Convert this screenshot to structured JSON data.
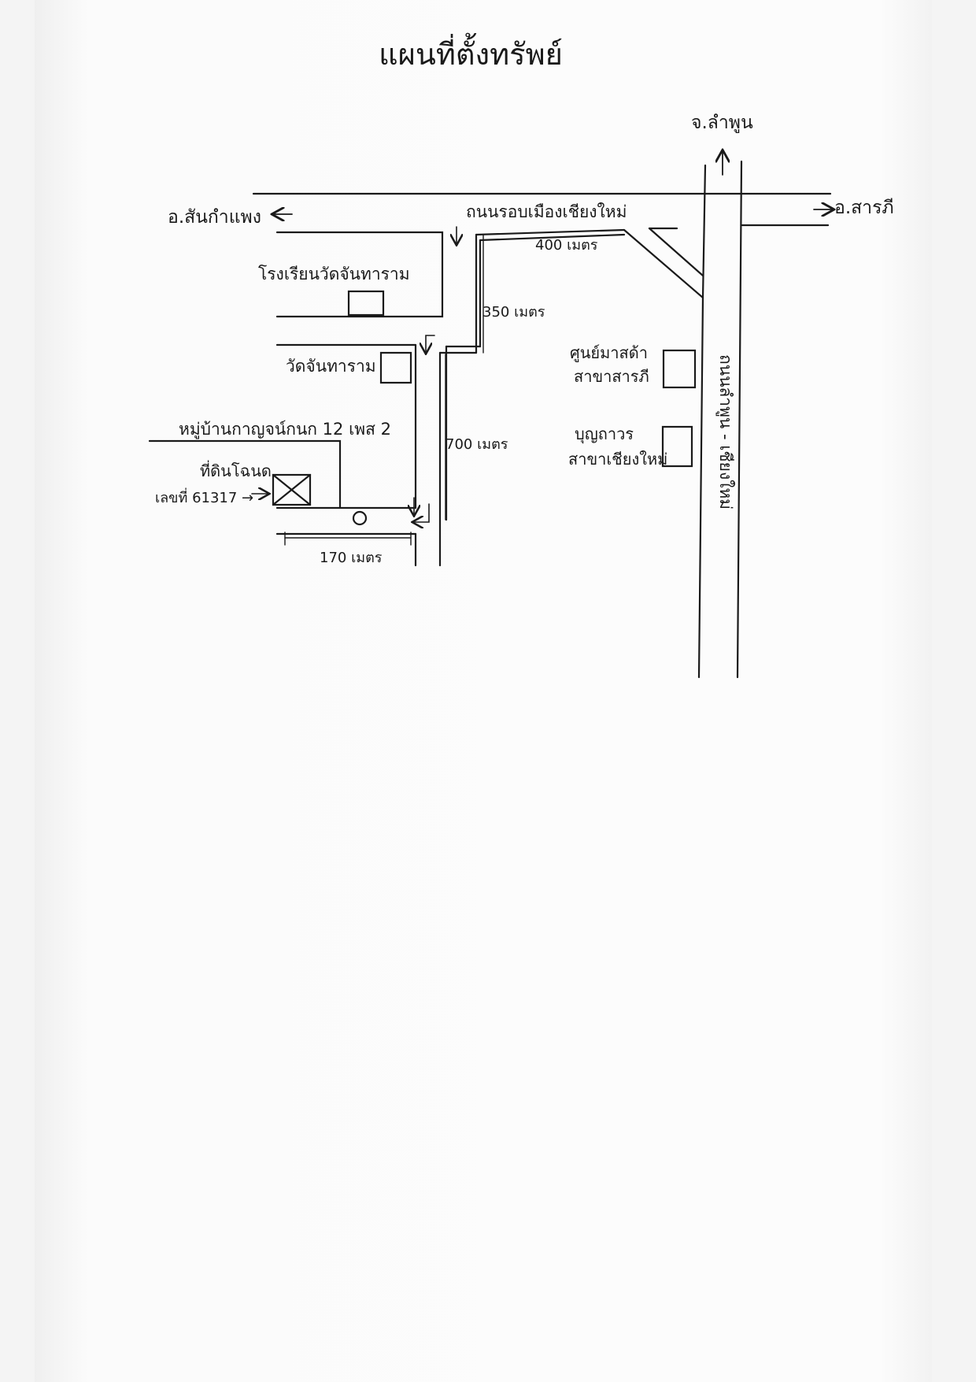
{
  "title": "แผนที่ตั้งทรัพย์",
  "destinations": {
    "north": "จ.ลำพูน",
    "west": "อ.สันกำแพง",
    "east": "อ.สารภี"
  },
  "roads": {
    "ring_road": "ถนนรอบเมืองเชียงใหม่",
    "highway": "ถนนลำพูน - เชียงใหม่"
  },
  "landmarks": {
    "school": "โรงเรียนวัดจันทาราม",
    "temple": "วัดจันทาราม",
    "mazda_line1": "ศูนย์มาสด้า",
    "mazda_line2": "สาขาสารภี",
    "bank_line1": "บุญถาวร",
    "bank_line2": "สาขาเชียงใหม่",
    "village": "หมู่บ้านกาญจน์กนก 12 เพส 2",
    "plot_line1": "ที่ดินโฉนด",
    "plot_line2": "เลขที่ 61317 →"
  },
  "distances": {
    "d400": "400 เมตร",
    "d350": "350 เมตร",
    "d700": "700 เมตร",
    "d170": "170 เมตร"
  }
}
